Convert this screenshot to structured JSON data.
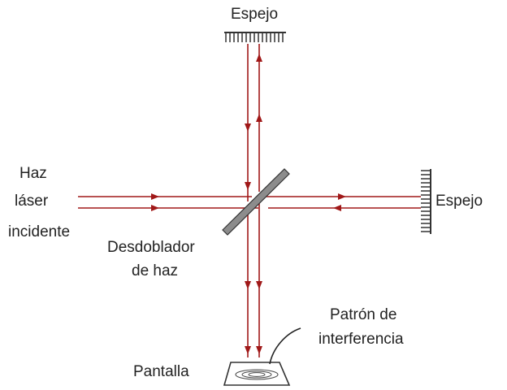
{
  "labels": {
    "mirror_top": "Espejo",
    "mirror_right": "Espejo",
    "laser_line1": "Haz",
    "laser_line2": "láser",
    "laser_line3": "incidente",
    "splitter_line1": "Desdoblador",
    "splitter_line2": "de haz",
    "pattern_line1": "Patrón de",
    "pattern_line2": "interferencia",
    "screen": "Pantalla"
  },
  "colors": {
    "beam": "#a01818",
    "arrow": "#a01818",
    "mirror": "#333333",
    "splitter_fill": "#8c8c8c",
    "text": "#222222"
  }
}
